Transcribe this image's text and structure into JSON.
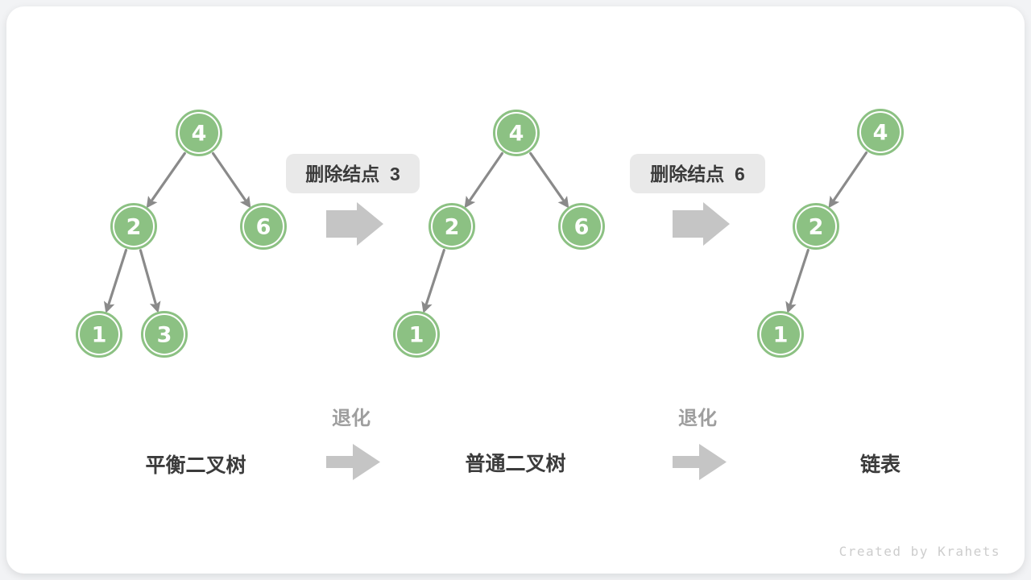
{
  "colors": {
    "page_background": "#f2f3f5",
    "card_background": "#ffffff",
    "node_fill": "#8cc183",
    "node_ring": "#ffffff",
    "edge_gray": "#8a8a8a",
    "block_arrow_gray": "#c5c5c5",
    "label_box_bg": "#e9e9e9",
    "text_dark": "#3b3b3b",
    "text_muted": "#9e9e9e",
    "credit_text": "#cdcdcd"
  },
  "diagram": {
    "trees": [
      {
        "id": "balanced-binary-tree",
        "nodes": [
          "4",
          "2",
          "6",
          "1",
          "3"
        ]
      },
      {
        "id": "ordinary-binary-tree",
        "nodes": [
          "4",
          "2",
          "6",
          "1"
        ]
      },
      {
        "id": "linked-list",
        "nodes": [
          "4",
          "2",
          "1"
        ]
      }
    ],
    "transitions": [
      {
        "label": "删除结点  3"
      },
      {
        "label": "删除结点  6"
      }
    ],
    "degrade_label": "退化",
    "stages": [
      "平衡二叉树",
      "普通二叉树",
      "链表"
    ]
  },
  "footer": {
    "credit": "Created by Krahets"
  }
}
